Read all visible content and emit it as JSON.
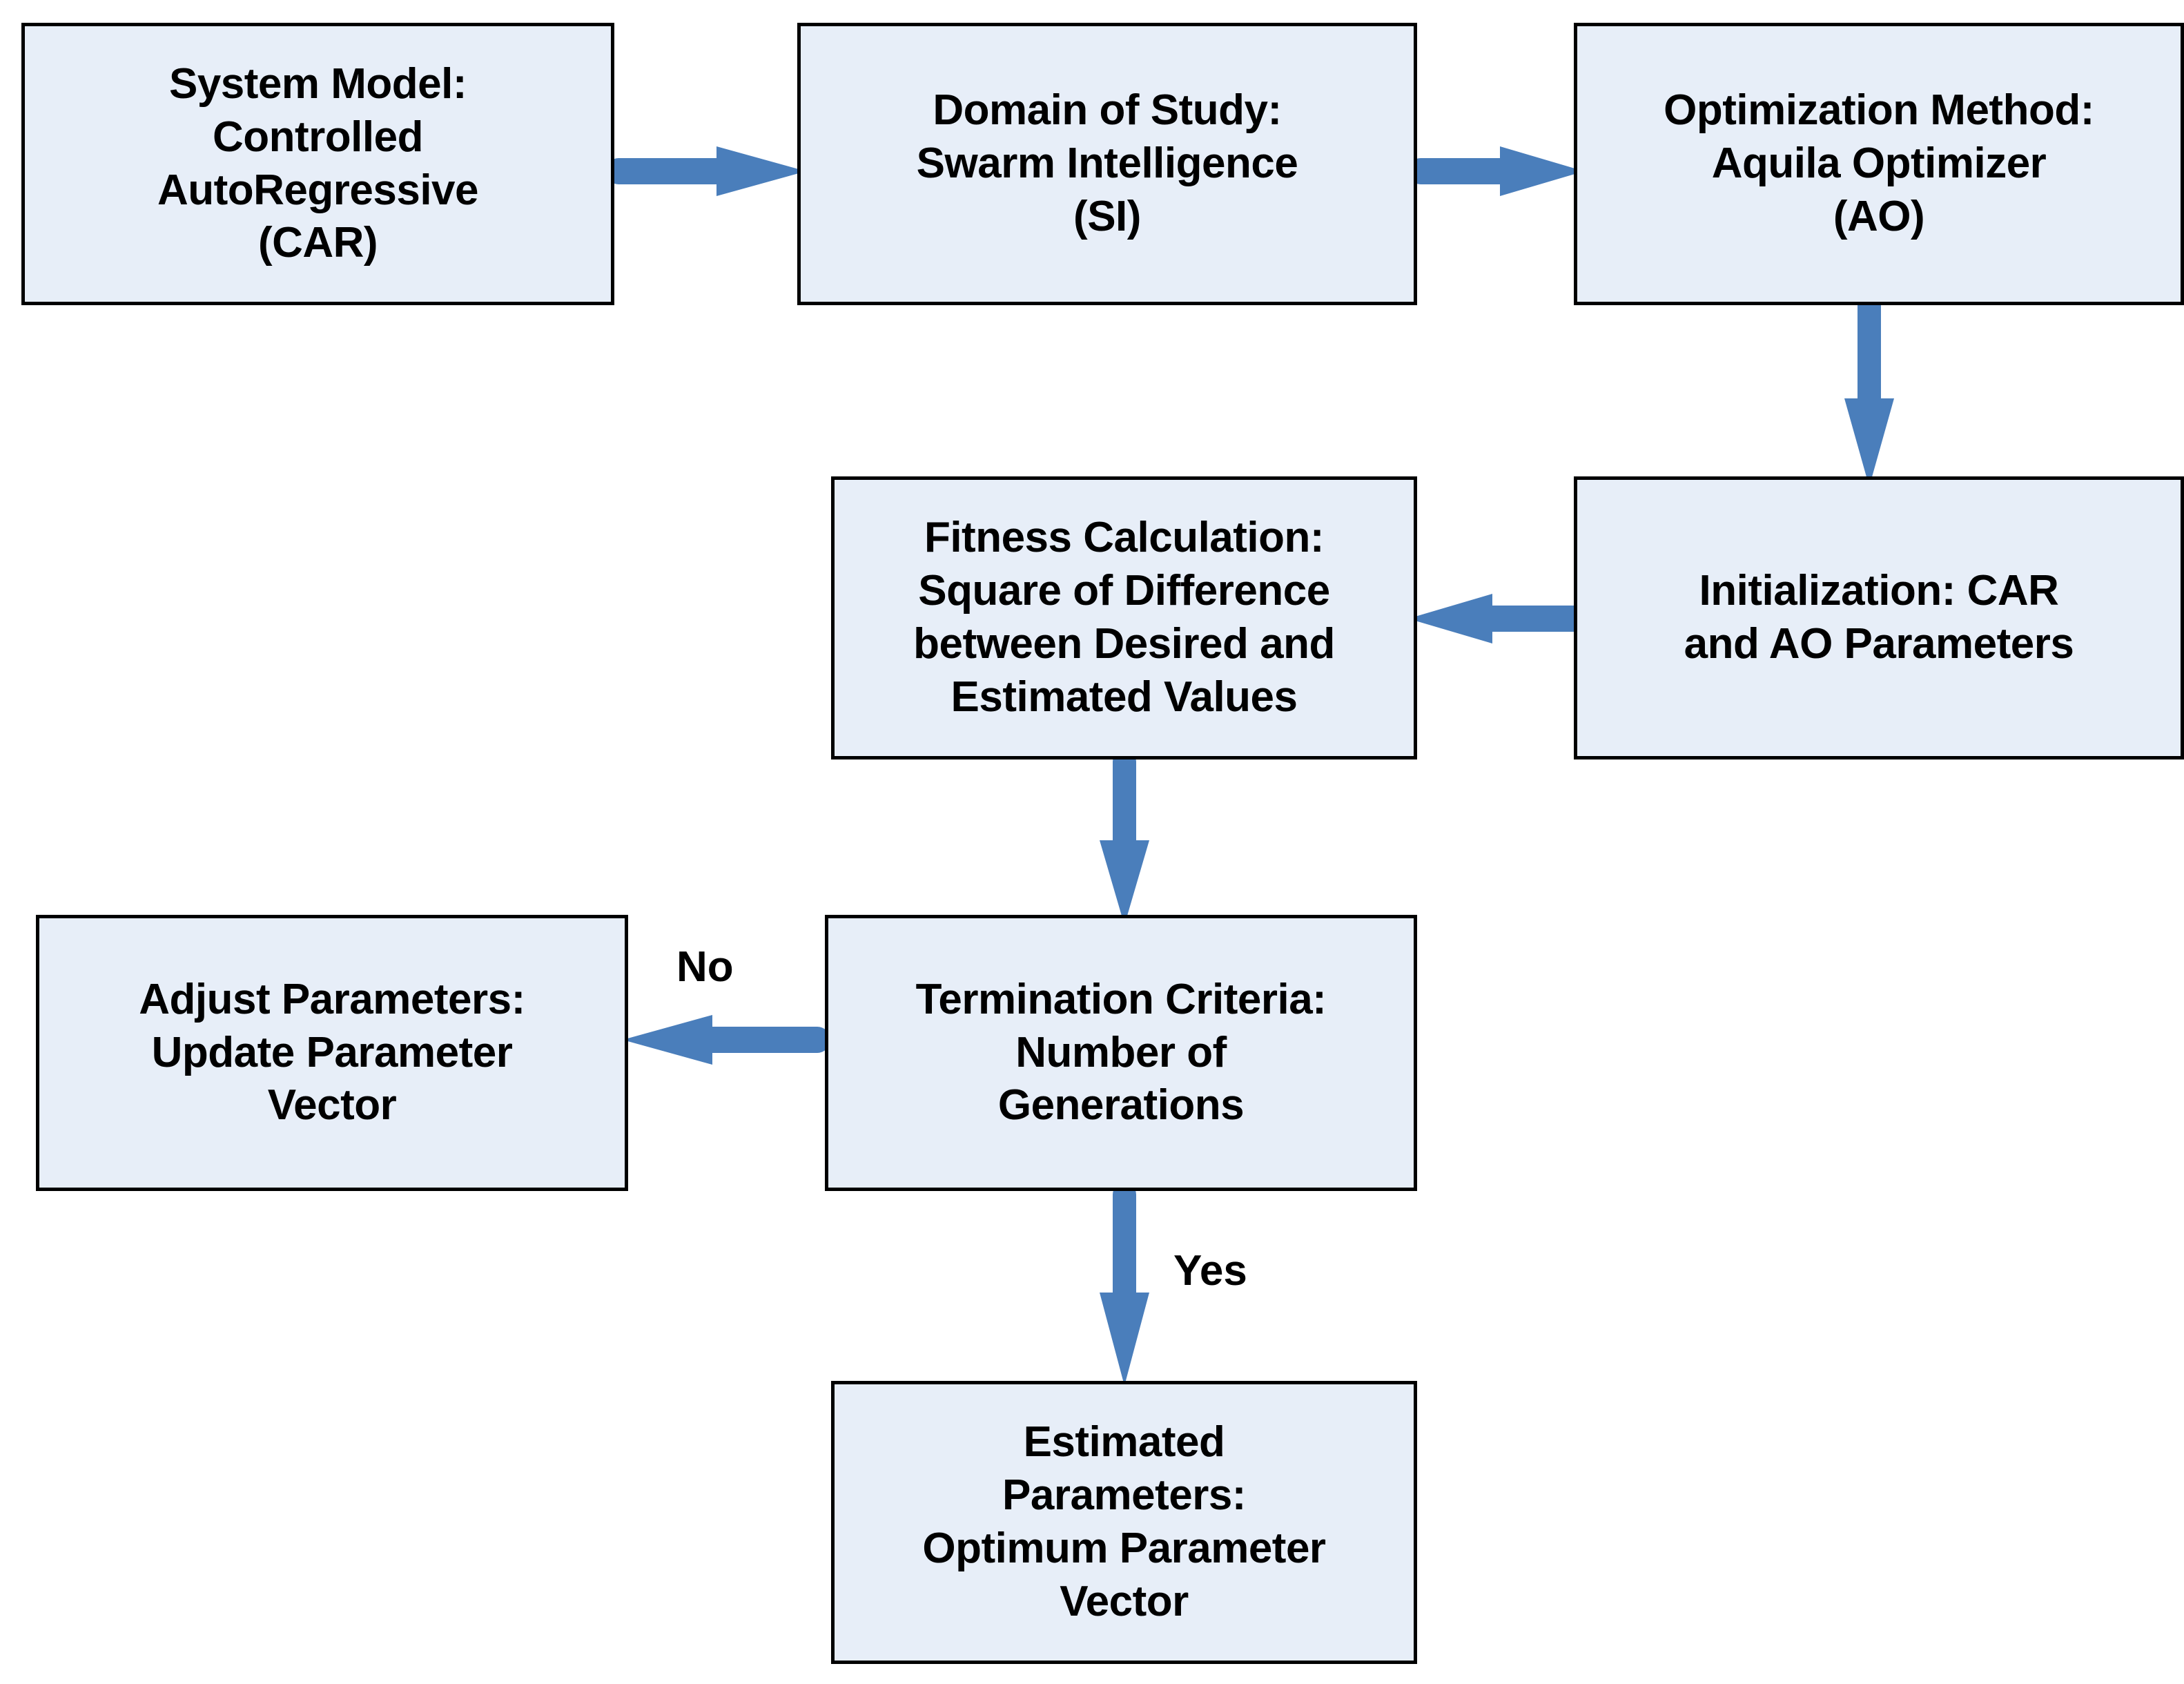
{
  "diagram": {
    "title": "CAR parameter estimation using Aquila Optimizer flowchart",
    "accent_color": "#4a7ebb",
    "node_fill": "#e7eef8",
    "node_border": "#000000",
    "text_color": "#000000",
    "background": "#ffffff"
  },
  "nodes": [
    {
      "id": "system-model",
      "label": "System Model:\nControlled\nAutoRegressive\n(CAR)"
    },
    {
      "id": "domain-of-study",
      "label": "Domain of Study:\nSwarm Intelligence\n(SI)"
    },
    {
      "id": "optimization-method",
      "label": "Optimization Method:\nAquila Optimizer\n(AO)"
    },
    {
      "id": "initialization",
      "label": "Initialization: CAR\nand AO Parameters"
    },
    {
      "id": "fitness-calculation",
      "label": "Fitness Calculation:\nSquare of Difference\nbetween Desired and\nEstimated Values"
    },
    {
      "id": "termination-criteria",
      "label": "Termination Criteria:\nNumber of\nGenerations"
    },
    {
      "id": "adjust-parameters",
      "label": "Adjust Parameters:\nUpdate Parameter\nVector"
    },
    {
      "id": "estimated-parameters",
      "label": "Estimated\nParameters:\nOptimum Parameter\nVector"
    }
  ],
  "edges": [
    {
      "id": "system-model-to-domain-of-study",
      "from": "system-model",
      "to": "domain-of-study",
      "label": "",
      "direction": "right"
    },
    {
      "id": "domain-of-study-to-optimization-method",
      "from": "domain-of-study",
      "to": "optimization-method",
      "label": "",
      "direction": "right"
    },
    {
      "id": "optimization-method-to-initialization",
      "from": "optimization-method",
      "to": "initialization",
      "label": "",
      "direction": "down"
    },
    {
      "id": "initialization-to-fitness-calculation",
      "from": "initialization",
      "to": "fitness-calculation",
      "label": "",
      "direction": "left"
    },
    {
      "id": "fitness-calculation-to-termination-criteria",
      "from": "fitness-calculation",
      "to": "termination-criteria",
      "label": "",
      "direction": "down"
    },
    {
      "id": "termination-criteria-to-adjust-parameters",
      "from": "termination-criteria",
      "to": "adjust-parameters",
      "label": "No",
      "direction": "left"
    },
    {
      "id": "termination-criteria-to-estimated-parameters",
      "from": "termination-criteria",
      "to": "estimated-parameters",
      "label": "Yes",
      "direction": "down"
    }
  ],
  "edge_labels": {
    "no": "No",
    "yes": "Yes"
  }
}
